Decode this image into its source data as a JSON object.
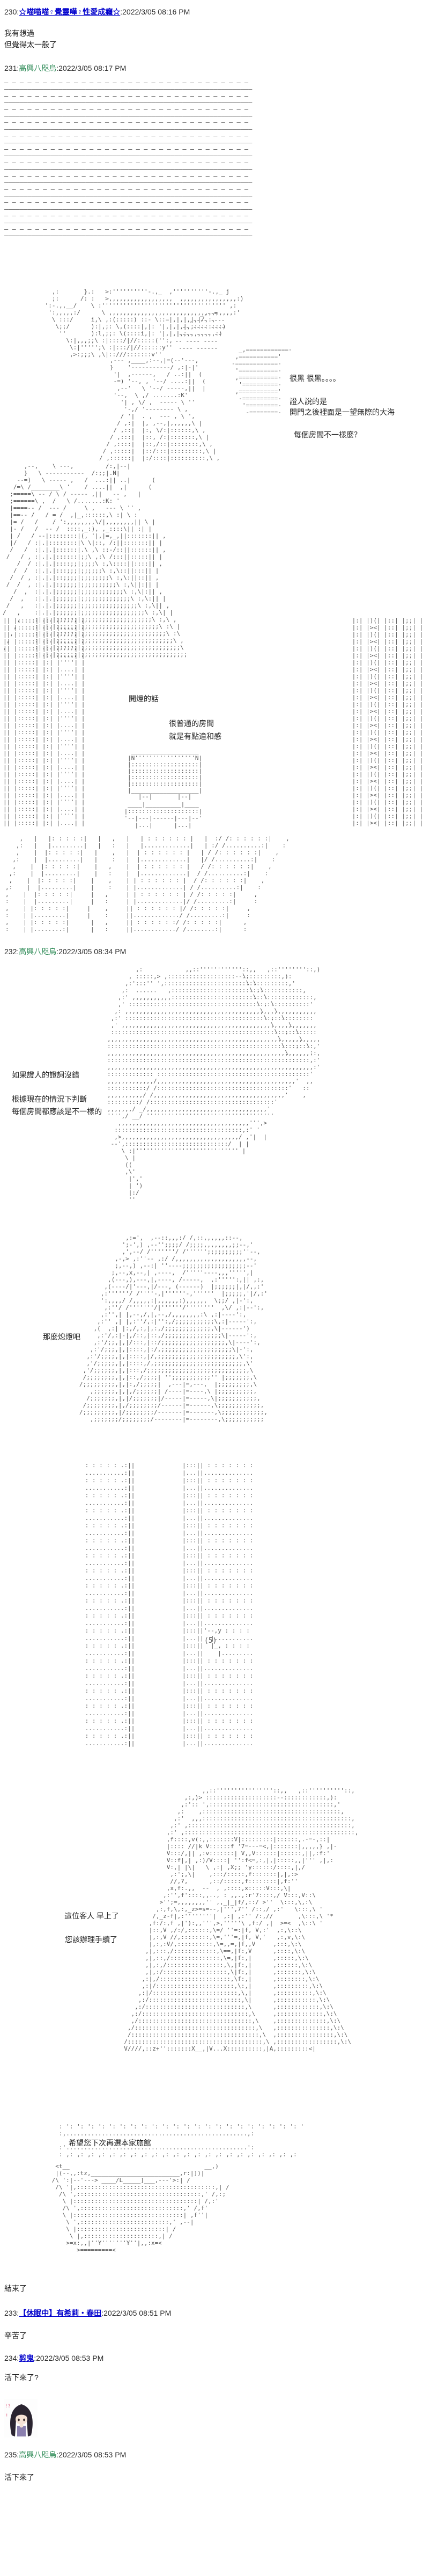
{
  "colors": {
    "link_blue": "#0000cc",
    "name_green": "#2e8b57",
    "aa_gray": "#565656"
  },
  "posts": {
    "p230": {
      "prefix": "230:",
      "name": "☆喵喵喵♀覺靈嘩♀性愛成癮☆",
      "time": ":2022/3/05 08:16 PM",
      "body": "我有想過\n但覺得太一般了"
    },
    "p231": {
      "prefix": "231:",
      "name": "高興八咫烏",
      "time": ":2022/3/05 08:17 PM"
    },
    "p232": {
      "prefix": "232:",
      "name": "高興八咫烏",
      "time": ":2022/3/05 08:34 PM"
    },
    "p233": {
      "prefix": "233:",
      "name": "【休眠中】有希莉・春田",
      "time": ":2022/3/05 08:51 PM",
      "body": "辛苦了"
    },
    "p234": {
      "prefix": "234:",
      "name": "剪鬼",
      "time": ":2022/3/05 08:53 PM",
      "body": "活下來了?"
    },
    "p235": {
      "prefix": "235:",
      "name": "高興八咫烏",
      "time": ":2022/3/05 08:53 PM",
      "body": "活下來了"
    },
    "ending": "結束了"
  },
  "dialogues": {
    "dark": "很黑 很黑。。。。",
    "witness1": "證人說的是",
    "witness2": "開門之後裡面是一望無際的大海",
    "rooms_q": "每個房間不一樣麼？",
    "lights_on": "開燈的話",
    "normal_room": "很普通的房間",
    "strange": "就是有點違和感",
    "if_witness": "如果證人的證詞沒錯",
    "judge": "根據現在的情況下判斷",
    "each_room": "每個房間都應該是不一樣的",
    "lights_off": "那麼熄燈吧",
    "guest": "這位客人 早上了",
    "checkout": "您該辦理手續了",
    "thanks": "希望您下次再選本家旅館",
    "mark5": "(5)"
  },
  "aa": {
    "dash_block": [
      "— — — — — — — — — — — — — — — — — — — — — — — — — — — — — — — —",
      "————————————————————————————————————————————————————————————————",
      "— — — — — — — — — — — — — — — — — — — — — — — — — — — — — — — —",
      "————————————————————————————————————————————————————————————————",
      "— — — — — — — — — — — — — — — — — — — — — — — — — — — — — — — —",
      "————————————————————————————————————————————————————————————————",
      "— — — — — — — — — — — — — — — — — — — — — — — — — — — — — — — —",
      "————————————————————————————————————————————————————————————————",
      "— — — — — — — — — — — — — — — — — — — — — — — — — — — — — — — —",
      "————————————————————————————————————————————————————————————————",
      "— — — — — — — — — — — — — — — — — — — — — — — — — — — — — — — —",
      "————————————————————————————————————————————————————————————————",
      "— — — — — — — — — — — — — — — — — — — — — — — — — — — — — — — —",
      "————————————————————————————————————————————————————————————————",
      "— — — — — — — — — — — — — — — — — — — — — — — — — — — — — — — —",
      "————————————————————————————————————————————————————————————————",
      "— — — — — — — — — — — — — — — — — — — — — — — — — — — — — — — —",
      "————————————————————————————————————————————————————————————————",
      "— — — — — — — — — — — — — — — — — — — — — — — — — — — — — — — —",
      "————————————————————————————————————————————————————————————————",
      "— — — — — — — — — — — — — — — — — — — — — — — — — — — — — — — —",
      "————————————————————————————————————————————————————————————————",
      "— — — — — — — — — — — — — — — — — — — — — — — — — — — — — — — —",
      "————————————————————————————————————————————————————————————————"
    ],
    "s1_creature": [
      "   ,:       }.:   >:''''''''''-.,_  ,''''''''''-.,_ j",
      "   ;:      /: :   >,,,,,,,,,,,,,,,,,,  ,,,,,,,,,,,,,,,,:)",
      " ':-.,,__/    \\ :''''''''''''''''''''''''''''''''''' ,:",
      "  ':,,,,,:/      \\ ,,,,,,,,,,,,,,,,,,,,,,,,,,,,,,,,,,,:'",
      "   \\ :::/     i,\\ ,:(:::::) ::- \\::=|,|,|,|,|/,:,",
      "    \\;;/      ):|,;: \\,(::::|,|: '|,|,|,|,;::::::::)",
      "     ''       ):l,;;: \\(::::i,|: '|,|,|,;,,,,,,,,:)",
      "       \\:|,,,;;\\ :|::::/|//:::::('':,",
      "        \\:|''''';\\ :|:::/|//::::::y''",
      "        ,>:;;;\\ ,\\|::///:::::::v''"
    ],
    "s1_head_dashes": [
      "        _,--=",
      "     ,---- ----",
      "   -- ---- ----",
      "  ---- ---- --",
      " -- ---- ----",
      "  ---- ------"
    ],
    "s1_ni_rows": [
      "  _,============-",
      " ,==========='",
      "-============-",
      " '===========-",
      " ,===========-",
      "  '==========-",
      " ,==========='",
      "  -==========-",
      "   '=========-",
      "    -========-"
    ],
    "s1_face": [
      "   ,--- ,____,:--,|=(--'---,",
      "   }    '-----------/ ,:|-|'",
      "    '|  ,------,   / ..:||  (",
      "    -=) '--, , '--/ ....:||  (",
      "     ,--'   \\ '--/ -----,||  |",
      "    '--,  \\ ,/ .......:K'",
      "      '| , \\/ ,  ----- \\ ''",
      "       '-,/ '-------- \\ ,",
      "      / '|  . ,  --- , \\ ',",
      "     / ,:|  |, ,--,|,,,,,,\\ |",
      "    / ,::|  |:, \\/:|::::::,\\ ,",
      "   / ,:::|  |::, /:|:::::::,\\ |",
      "  / ,::::|  |::,/::|::::::::,\\ ,",
      " / ,:::::|  |::/:::|:::::::::,\\ |",
      "/ ,::::::|  |:/::::|::::::::::,\\ ,"
    ],
    "s1_slashes": [
      "      ,--,    \\ ---,         /:,|--|",
      "      }   \\ -----------  /:;;|.N|",
      "    --=)   \\ ----- ,   /  ...:|| ..|      (",
      "   /=\\ /________\\ '    / ....||  ,|      (",
      "  ;=====\\ -- / \\ / ----- ,||   -- ,   |",
      "  ;======\\ ,  /   \\ /.......:K: '",
      "  |====-- /  --- /     \\ ,   --- \\ '' ,",
      "  |==-- /   / = /  ,|_,::::::,\\ :| \\ :",
      "  |= /   /    / ':,,,,,,,,\\/|,,,,,,,,|| \\ |",
      "  |- /   /  -- /  ::::,_:), ,_::::\\|| :| |",
      "  | /   / --|::::::::|(, '|,|=,_,||:::::::|| ,",
      "  |/   / :|.|::::::::|\\ \\|::, /:||:::::::|| |",
      "  /   /  :|.|.|::::::|.\\ ,\\ ::-/::||::::::|| ,",
      " /   / , :|.|.|::::::|;;\\ ,:\\ /:::||:::::|| |",
      "    /  / :|.|.|::::;;|;;;;\\ :,\\::::||::::|| ,",
      "   /  /  :|.|.|:::;;;|;;;;;;\\ :,\\::||:::|| |",
      "  /  / , :|.|.|::;;;;|;;;;;;;;\\ :,\\:||::|| ,",
      " /  /  , :|.|.|:;;;;;|;;;;;;;;;;\\ :,\\||:|| |",
      "   /  ,  :|.|.|;;;;;;|;;;;;;;;;;;;\\ :,\\|:|| ,",
      "  /  ,   :|.|.|;;;;;;|;;;;;;;;;;;;;;\\ :,\\:|| |",
      " /   ,   :|.|.|;;;;;;|;;;;;;;;;;;;;;;;\\ :,\\|| ,",
      "/   ,    :|.|.|;;;;;;|;;;;;;;;;;;;;;;;;;\\ :,\\| |",
      "    ,    :|.|.|;;;;;;|;;;;;;;;;;;;;;;;;;;;\\ :,\\ ,",
      "   ,     :|.|.|;;;;;;|;;;;;;;;;;;;;;;;;;;;;;\\ :\\ |",
      "  ,      :|.|.|;;;;;;|;;;;;;;;;;;;;;;;;;;;;;;;\\ :\\",
      " ,       :|.|.|;;;;;;|;;;;;;;;;;;;;;;;;;;;;;;;;;\\ ,",
      ",        :|.|.|;;;;;;|;;;;;;;;;;;;;;;;;;;;;;;;;;;;\\",
      "         :|.|.|;;;;;;|;;;;;;;;;;;;;;;;;;;;;;;;;;;;;;"
    ],
    "s1_wall_left": [
      "|| |:::::| |:| |''''| |",
      "|| |:::::| |:| |....| |",
      "|| |:::::| |:| |''''| |",
      "|| |:::::| |:| |....| |",
      "|| |:::::| |:| |''''| |",
      "|| |:::::| |:| |....| |",
      "|| |:::::| |:| |''''| |",
      "|| |:::::| |:| |....| |",
      "|| |:::::| |:| |''''| |",
      "|| |:::::| |:| |....| |",
      "|| |:::::| |:| |''''| |",
      "|| |:::::| |:| |....| |",
      "|| |:::::| |:| |''''| |",
      "|| |:::::| |:| |....| |",
      "|| |:::::| |:| |''''| |",
      "|| |:::::| |:| |....| |",
      "|| |:::::| |:| |''''| |",
      "|| |:::::| |:| |....| |",
      "|| |:::::| |:| |''''| |",
      "|| |:::::| |:| |....| |",
      "|| |:::::| |:| |''''| |",
      "|| |:::::| |:| |....| |",
      "|| |:::::| |:| |''''| |",
      "|| |:::::| |:| |....| |",
      "|| |:::::| |:| |''''| |",
      "|| |:::::| |:| |....| |",
      "|| |:::::| |:| |''''| |",
      "|| |:::::| |:| |....| |",
      "|| |:::::| |:| |''''| |",
      "|| |:::::| |:| |....| |"
    ],
    "s1_shelf_right": [
      " |:| |)(| |::| |;;| |",
      " |:| |><| |::| |;;| |",
      " |:| |)(| |::| |;;| |",
      " |:| |><| |::| |;;| |",
      " |:| |)(| |::| |;;| |",
      " |:| |><| |::| |;;| |",
      " |:| |)(| |::| |;;| |",
      " |:| |><| |::| |;;| |",
      " |:| |)(| |::| |;;| |",
      " |:| |><| |::| |;;| |",
      " |:| |)(| |::| |;;| |",
      " |:| |><| |::| |;;| |",
      " |:| |)(| |::| |;;| |",
      " |:| |><| |::| |;;| |",
      " |:| |)(| |::| |;;| |",
      " |:| |><| |::| |;;| |",
      " |:| |)(| |::| |;;| |",
      " |:| |><| |::| |;;| |",
      " |:| |)(| |::| |;;| |",
      " |:| |><| |::| |;;| |",
      " |:| |)(| |::| |;;| |",
      " |:| |><| |::| |;;| |",
      " |:| |)(| |::| |;;| |",
      " |:| |><| |::| |;;| |",
      " |:| |)(| |::| |;;| |",
      " |:| |><| |::| |;;| |",
      " |:| |)(| |::| |;;| |",
      " |:| |><| |::| |;;| |",
      " |:| |)(| |::| |;;| |",
      " |:| |><| |::| |;;| |"
    ],
    "s1_tv": [
      " ___________________",
      "|N'''''''''''''''''N|",
      "|:::::::::::::::::::|",
      "|:::::::::::::::::::|",
      "|:::::::::::::::::::|",
      "|:::::::::::::::::::|",
      "|___________________|",
      "   |--|       |--|"
    ],
    "s1_table": [
      "  ____|__________|____",
      " |::::::::::::::::::::|",
      " '--|---|------|---|--'",
      "    |...|      |...|"
    ],
    "s1_floor": [
      "    ,   |   |: : : : :|   |   ,   |   | : : : : : : |   |  :/ /: : : : : :|    ,",
      "   ,:   |   |.........|   |   :   |   |.............|   | :/ /..........:|    :",
      "   ,    |  |: : : : :|   |    ,   |  | : : : : : : |   | / /: : : : : :|    ,",
      "  ,:    |  |.........|   |    :   |  |.............|   |/ /..........:|    :",
      "  ,    |  |: : : : :|    |   ,    |  | : : : : : : |   / /: : : : : :|    ,",
      " ,:    |  |.........|    |   :    |  |.............|  / /..........:|    :",
      " ,    |  |: : : : :|    |    ,    | | : : : : : : |  / /: : : : : :|    ,",
      ",:    |  |.........|    |    :    | |.............| / /..........:|    :",
      ",    |  |: : : : :|     |   ,     | | : : : : : : | / /: : : : :|     ,",
      ":    |  |.........|     |   :     | |.............|/ /.........:|     :",
      ",    | |: : : : :|     |    ,     || : : : : : : |/ /: : : : :|     ,",
      ":    | |.........|     |    :     ||............./ /.........:|     :",
      ",    | |: : : : :|      |   ,     || : : : : : :/ /: : : : :|      ,",
      ":    | |........:|      |   :     ||............/ /........:|      :"
    ],
    "s2_hair": [
      "        ,:            ,,::''''''''''''::,,   ,::''''''''::,)",
      "      , :::::,> ,:::::::::::::::::::--:::::::::::,):",
      "     ,:':::'' ',:::::::::::::::::::::::::::::::::::,'",
      "    ,:  ......   ,:::::::::::::::::::::::::::::::::::::,",
      "   ,:' ,,,,,,,,,,,::::::::::::::::::::::::::::::::::::::::,",
      "   ,' :::::::::::::::::::::::::::::::::::::::::::::::::::'",
      "  ,: ,,,,,,,,,,,,,,,,,,,,,,,,,,,,,,,,,,,,,,,,,,,,,,,,,,,,,,",
      " ,:' :::::::::::::::::::::::::::::::::::::::::::::::::::::",
      " ,' ,,,,,,,,,,,,,,,,,,,,,,,,,,,,,,,,,,,,,,,,,,,,,,,,,,,,,,,",
      " ::::::::::::::::::::::::::::::::::::::::::::::::::::::::::",
      ",,,,,,,,,,,,,,,,,,,,,,,,,,,,,,,,,,,,,,,,,,,,,,,,,,,,,,,,,,,,",
      "::::::::::::::::::::::::::::::::::::::::::::::::::::::::::,'",
      ",,,,,,,,,,,,,,,,,,,,,,,,,,,,,,,,,,,,,,,,,,,,,,,,,,,,,,,,,':,",
      ":::::::::::::::::::::::::::::::::::::::::::::::::::::::::,:'",
      ",,,,,,,,,,,,,,,,,,,,,,,,,,,,,,,,,,,,,,,,,,,,,,,,,,,,,,,,,,:'",
      "::::::::::::: :::::::::::::::::::::::::::::::::::::::::::'",
      ",,,,,,,,,,,,,/,,,,,,,,,,,,,,,,,,,,,,,,,,,,,,,,,,,,,,,'  ,,",
      ":::::::::::/ /:::::::::::::::::::::::::::::::::::::'   ::",
      ",,,,,,,,,,/ /,,,,,,,,,,,,,,,,,,,,,,,,,,,,,,,,,,,,,'    ,",
      ":::::::::/ /:::::::::::::::::::::::::::::::::::'",
      ",,,,,,,/ _/,,,,,,,,,,,,,,,,,,,,,,,,,,,,,,,,,,'",
      "'''',/ __/ ''''''''''''''''''''''''''''''''''''",
      "   ,,,,,,,,,,,,,,,,,,,,,,,,,,,,,,,,,,,,,''',>",
      "  ::::::::::::::::::::::::::::::::::::,:' '",
      "  ,>,,,,,,,,,,,,,,,,,,,,,,,,,,,,,,,,,/ ,'|  |",
      " --',:::::::::::::::::::::::::::::/  | |",
      "    \\ :|''''''''''''''''''''''''''''' |",
      "     \\ |",
      "     ((",
      "     ,\\'",
      "      |','",
      "      | ')",
      "      |:/",
      "      ''"
    ],
    "s2_diag": [
      "\\,",
      " \\ \\",
      "  \\ ,\\",
      "   \\  \\",
      "    \\ , \\",
      "     \\   \\",
      "      \\ ,  \\",
      "        \\    \\",
      "         \\  ,  \\",
      "          \\     \\",
      "           \\   ,  \\",
      "            \\      ,"
    ],
    "s3_figure": [
      "             ,:=',  ,--::,,,:/ /,::,,,,,,::--,",
      "            ';-',) ,--'';;;;/ /;;;;,,,,,,,,;;--,'",
      "            ,',--/ /'''''''/ /'''''';;;;;;;;;;''--,",
      "          ,-,> ,:''-- ,:/ /,,,,,,,,,,,,,,,,,,,,--,",
      "          ;,--,) ,--:| ''----;;;;;;;;;;;;;;;;;;--'",
      "         ;,--,x,--,| ,----,  /'''''----,,,''''',|",
      "        ,(---,),---,|,----, /-----,  ,:''''':,|| ,:,",
      "       ,(----/|'---,|/---, (------)  |;;;;;;|,|/,,:'",
      "      ,:''''''/ /''''-,|''''''-,''''''  |;;;;;,'|/,:'",
      "      ':,,,,/ /,,,,,:|,,,,,,:),,,,,,  \\;;/ ,|-':,",
      "       ,:''/ /'''''''/|''''''/''''''''  ,\\/ ,:|--':,",
      "      ,:'',| |,--,/,|,--,/,,,,,,,,:\\ ,:|----':,",
      "     ,:'' ,| |,:''/,:|'':,/;;;;;;;;;;;\\,:|-----':,",
      "    ,(  ,:| |:,/,:,|,:,/;;;;;;;;;;;;;,\\|------')",
      "     ,:'/,:|-|,/::,|::,/;;;;;;;;;;;;;;;;\\|-----':,",
      "    ,:'/;;,|,|/:::,|::/;;;;;;;;;;;;;;;;;;,\\|----':,",
      "   ,:'/;;;,|,|::::,|:/,;;;;;;;;;;;;;;;;;;;;\\|-':,",
      "  ,:'/;;;;,|,|::::,|/,;;;;;;;;;;;;;;;;;;;;;;,\\':,",
      "  ,'/;;;;;,|,|::::,/,;;;;;;;;;;;;;;;;;;;;;;;;;,\\'",
      " ,'/;;;;;;,|,|:::,/;;;;;;;;;;;;;;;;;;;;;;;;;;;;,\\",
      " /;;;;;;;;,|,|::,/;;;;| '';;;;;;;;;;;'' |;;;;;;;,\\",
      "/;;;;;;;;;,|,|:,/;;;;;|  ,---|=,---,  |;;;;;;;;;,\\",
      "   ,;;;;;;,|,|,/;;;;;;| /----|=----,\\ |;;;;;;;;;;,",
      "  /;;;;;;;,|,|/;;;;;;;|/-----|=-----,\\|;;;;;;;;;;;,",
      " /;;;;;;;;,|,/;;;;;;;;/------|=------,\\;;;;;;;;;;;;,",
      "/;;;;;;;;;,|/;;;;;;;;/-------|=-------,\\;;;;;;;;;;;;,",
      "   ,;;;;;;;/;;;;;;;;/--------|=--------,\\;;;;;;;;;;;"
    ],
    "curtain_left": [
      " : : : : : .:||",
      " ...........:||",
      " : : : : : .:||",
      " ...........:||",
      " : : : : : .:||",
      " ...........:||",
      " : : : : : .:||",
      " ...........:||",
      " : : : : : .:||",
      " ...........:||",
      " : : : : : .:||",
      " ...........:||",
      " : : : : : .:||",
      " ...........:||",
      " : : : : : .:||",
      " ...........:||",
      " : : : : : .:||",
      " ...........:||",
      " : : : : : .:||",
      " ...........:||",
      " : : : : : .:||",
      " ...........:||",
      " : : : : : .:||",
      " ...........:||",
      " : : : : : .:||",
      " ...........:||",
      " : : : : : .:||",
      " ...........:||",
      " : : : : : .:||",
      " ...........:||",
      " : : : : : .:||",
      " ...........:||",
      " : : : : : .:||",
      " ...........:||",
      " : : : : : .:||",
      " ...........:||",
      " : : : : : .:||",
      " ...........:||"
    ],
    "curtain_right": [
      "|:::|| : : : : : : :",
      "|...||..............",
      "|:::|| : : : : : : :",
      "|...||..............",
      "|:::|| : : : : : : :",
      "|...||..............",
      "|:::|| : : : : : : :",
      "|...||..............",
      "|:::|| : : : : : : :",
      "|...||..............",
      "|:::|| : : : : : : :",
      "|...||..............",
      "|:::|| : : : : : : :",
      "|...||..............",
      "|:::|| : : : : : : :",
      "|...||..............",
      "|:::|| : : : : : : :",
      "|...||..............",
      "|:::|| : : : : : : :",
      "|...||..............",
      "|:::|| : : : : : : :",
      "|...||..............",
      "|:::||'--,y : : : : ",
      "|...||  |...........",
      "|:::||  |_, : : : : ",
      "|...||    |.........",
      "|:::|| : : : : : : :",
      "|...||..............",
      "|:::|| : : : : : : :",
      "|...||..............",
      "|:::|| : : : : : : :",
      "|...||..............",
      "|:::|| : : : : : : :",
      "|...||..............",
      "|:::|| : : : : : : :",
      "|...||..............",
      "|:::|| : : : : : : :",
      "|...||.............."
    ],
    "s5_figures": [
      "                        ,,::''''''''''''''''::,,   ,::''''''''''::,",
      "                   ,:,)> ::::::::::::::::::::--::::::::::::,):",
      "                  ,:':: ',:::::::::::::::::::::::::::::::::::,'",
      "                 ,:    ,:::::::::::::::::::::::::::::::::::::::,",
      "                ,:'  ,,,::::::::::::::::::::::::::::::::::::::::::,",
      "               ,:' ,::::::::::::::::::::::::::::::::::::::::::::::,",
      "              ,:' ,::::::::::::::::::::::::::::::::::::::::::::::::,",
      "              ,f::::,v(:,,:::::::V|:::::::::|::::::,.-=-,::|",
      "              |:::: //|k V::::::f '7=---=<,|:::::::|,,,,,} ,|-",
      "              V:::/,|| ,:v:::::::| V,,V::::::|::::::,||,:f:'",
      "              V::f|,| ,:)/V::::| '':f<=,:,|,|:::::,,|''' ,|,:",
      "              V:,| |\\|   \\ ,:| ,X;; 'y::::::/::::,|,/",
      "               ,:';,\\|    ,:::/:::::,f:::::::|,|,:>",
      "               //,?,      ,::/:::::,f::::::::|,f:''",
      "              ,x,f:.,,  --  , ,::::,x:::::V:::,\\|",
      "             ,:'',f'::::,,.., : ,,.,:r'7::::,/ V:::,V::\\",
      "            >'';=,,,,,,,,'' ,,_|_|f/,::/ >''  \\:::,\\,:\\",
      "           ,:,f,\\,:,_z>=s=--,|''',7'' /::,/ ,:'   \\:::,\\ '",
      "          /,_z-f|,:''''''''|  ,:| ,:'' /:,//       ,\\:::,\\ '*",
      "         ,f:/:,f ,|'):,,''',>,'''''\\ ,f:/ ,|  >=<  ,\\::\\ '",
      "         |::,V ,/:/,::::::,\\=/ ''=:|f, V,:'  ,:,\\::\\",
      "         |,:,V //,::::::::,\\=,'''=,|f, V,'   ,:,v,\\:\\",
      "         |,:,:V/,::::::::::,\\=,,=,|f,,V     ,:::,\\:\\",
      "        ,|,:::,/::::::::::::,\\==,|f:,V      ,::::,\\:\\",
      "        ,|,::,/::::::::::::::,\\=,|f:,|      ,:::::,\\:\\",
      "        ,|,:,/::::::::::::::::,\\,|f:,|      ,::::::,\\:\\",
      "        ,|,:/::::::::::::::::::,\\|f:,|      ,:::::::,\\:\\",
      "       ,:|,/::::::::::::::::::::,\\f:,|      ,::::::::,\\:\\",
      "       ,:|/::::::::::::::::::::::,\\:,|      ,:::::::::,\\:\\",
      "      ,:|/::::::::::::::::::::::::,\\,|      ,::::::::::,\\:\\",
      "      ,:/::::::::::::::::::::::::::,\\|      ,:::::::::::,\\:\\",
      "     ,:/::::::::::::::::::::::::::::,\\      ,::::::::::::,\\:\\",
      "    ,:/::::::::::::::::::::::::::::::,\\     ,:::::::::::::,\\:\\",
      "    ,/::::::::::::::::::::::::::::::::,\\    ,::::::::::::::,\\:\\",
      "   ,/::::::::::::::::::::::::::::::::::,\\   ,:::::::::::::::,\\:\\",
      "   /::::::::::::::::::::::::::::::::::::,\\  ,::::::::::::::::,\\:\\",
      "  /::::::::::::::::::::::::::::::::::::::,\\ ,:::::::::::::::::,\\:\\",
      "  V////,::z+'':::::::X__,|V...X::::::::::,|A,:::::::::<|"
    ],
    "s6_banner": [
      ": ': ': ': ': ': ': ': ': ': ': ': ': ': ': ': ': ': ': ': ': ': ': '",
      ":,...................................................,:",
      "",
      ":'...................................................':",
      ": ,: ,: ,: ,: ,: ,: ,: ,: ,: ,: ,: ,: ,: ,: ,: ,: ,: ,: ,: ,: ,: ,:"
    ],
    "s6_bow": [
      "  <t__                                      __,)",
      "  |(--,,:tz,_________________________,r:|])|",
      " /\\ ':|--'---> ____/L_____]___,---'>:| /",
      "  /\\ '|,:::::::::::::::::::::::::::::::::::::::,| /",
      "   /\\ ',:::::::::::::::::::::::::::::::::::,' /,:;",
      "    \\ |:::::::::::::::::::::::::::::::::::| /,:'",
      "    /\\ ',:::::::::::::::::::::::::::::,' /,f'",
      "    \\ |:::::::::::::::::::::::::::::::| ,f''|",
      "     \\ ',:::::::::::::::::::::::::,' ,--|",
      "     \\ |:::::::::::::::::::::::::| /",
      "      \\ |,:::::::::::::::::::::,| /",
      "     >=x:,,|''Y'''''''Y''|,,:x=<",
      "        >=========<"
    ]
  }
}
